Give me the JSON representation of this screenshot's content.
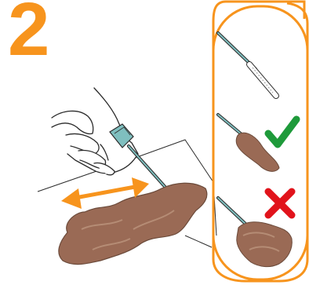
{
  "step": {
    "number": "2"
  },
  "colors": {
    "accent_orange": "#F7941D",
    "tissue_brown": "#9A6A55",
    "tissue_dark": "#6B4A3A",
    "tissue_light": "#B58C75",
    "check_green": "#1E9A3A",
    "cross_red": "#E1131B",
    "swab_teal": "#7FBFBF",
    "line_dark": "#2B2B2B"
  },
  "icons": {
    "direction": "double-arrow-icon",
    "correct": "check-icon",
    "incorrect": "cross-icon"
  },
  "panel": {
    "rows": [
      {
        "state": "clean-swab"
      },
      {
        "state": "correct"
      },
      {
        "state": "incorrect"
      }
    ]
  }
}
